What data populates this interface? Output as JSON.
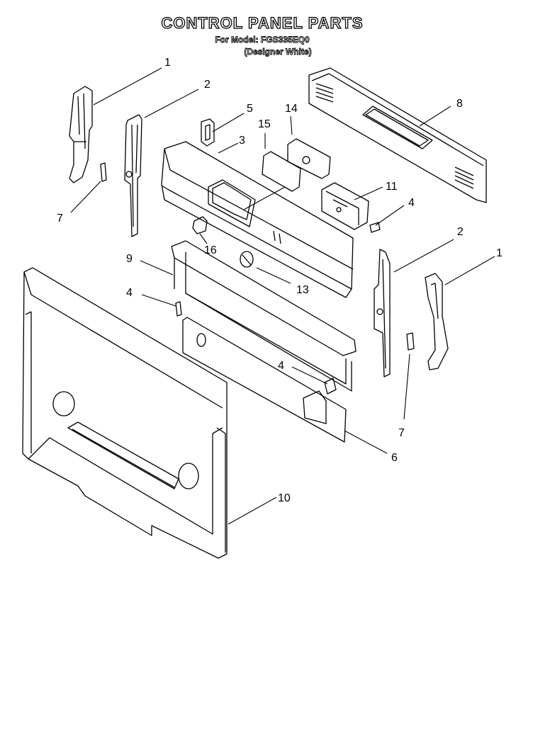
{
  "title": "CONTROL PANEL PARTS",
  "model_line": "For Model: FGS335EQ0",
  "color_line": "(Designer White)",
  "callouts": [
    "1",
    "2",
    "5",
    "14",
    "8",
    "3",
    "15",
    "7",
    "11",
    "4",
    "16",
    "2",
    "1",
    "9",
    "13",
    "4",
    "4",
    "7",
    "6",
    "10"
  ]
}
